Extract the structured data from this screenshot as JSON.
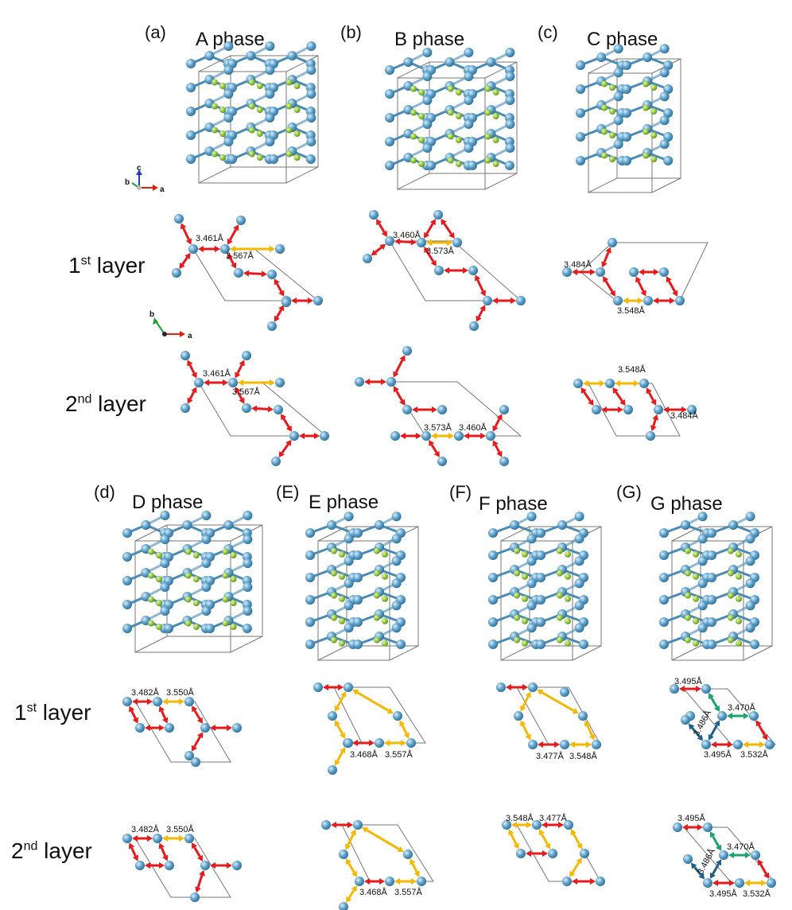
{
  "panels": [
    {
      "label": "(a)",
      "title": "A phase"
    },
    {
      "label": "(b)",
      "title": "B phase"
    },
    {
      "label": "(c)",
      "title": "C phase"
    },
    {
      "label": "(d)",
      "title": "D phase"
    },
    {
      "label": "(E)",
      "title": "E phase"
    },
    {
      "label": "(F)",
      "title": "F phase"
    },
    {
      "label": "(G)",
      "title": "G phase"
    }
  ],
  "row_labels": {
    "first": {
      "base": "1",
      "sup": "st",
      "text": " layer"
    },
    "second": {
      "base": "2",
      "sup": "nd",
      "text": " layer"
    }
  },
  "axes": {
    "a": "a",
    "b": "b",
    "c": "c"
  },
  "bond_labels": {
    "A1": [
      "3.461Å",
      "3.567Å"
    ],
    "A2": [
      "3.461Å",
      "3.567Å"
    ],
    "B1": [
      "3.460Å",
      "3.573Å"
    ],
    "B2": [
      "3.573Å",
      "3.460Å"
    ],
    "C1": [
      "3.484Å",
      "3.548Å"
    ],
    "C2": [
      "3.548Å",
      "3.484Å"
    ],
    "D1": [
      "3.482Å",
      "3.550Å"
    ],
    "D2": [
      "3.482Å",
      "3.550Å"
    ],
    "E1": [
      "3.468Å",
      "3.557Å"
    ],
    "E2": [
      "3.468Å",
      "3.557Å"
    ],
    "F1": [
      "3.477Å",
      "3.548Å"
    ],
    "F2": [
      "3.548Å",
      "3.477Å"
    ],
    "G1": [
      "3.495Å",
      "3.470Å",
      "3.486Å",
      "3.495Å",
      "3.532Å"
    ],
    "G2": [
      "3.495Å",
      "3.470Å",
      "3.486Å",
      "3.495Å",
      "3.532Å"
    ]
  },
  "colors": {
    "atom": "#5a9ec8",
    "bond": "#4a8ab5",
    "dopant": "#8dc23a",
    "bond_short": "#e41a1c",
    "bond_long": "#f5b800",
    "bond_green": "#1aa36b",
    "bond_dark": "#1f5f86",
    "cell": "#777777"
  }
}
